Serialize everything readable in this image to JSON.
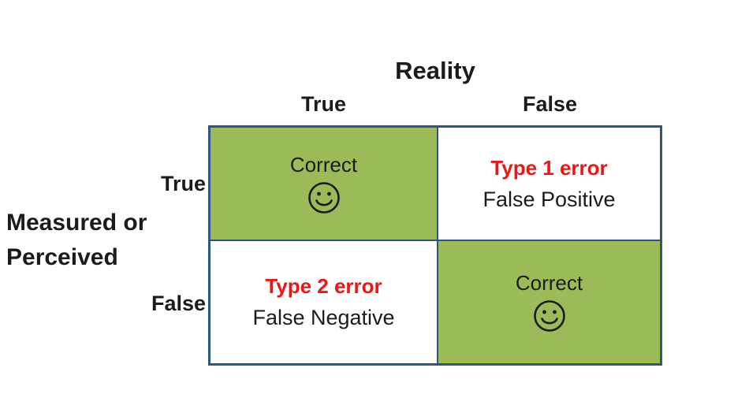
{
  "title": "Reality",
  "columns": {
    "true": "True",
    "false": "False"
  },
  "row_axis": {
    "line1": "Measured or",
    "line2": "Perceived"
  },
  "rows": {
    "true": "True",
    "false": "False"
  },
  "cells": {
    "top_left": {
      "label": "Correct",
      "icon": "smiley-icon"
    },
    "top_right": {
      "title": "Type 1 error",
      "subtitle": "False Positive"
    },
    "bottom_left": {
      "title": "Type 2 error",
      "subtitle": "False Negative"
    },
    "bottom_right": {
      "label": "Correct",
      "icon": "smiley-icon"
    }
  },
  "colors": {
    "cell_green": "#9bbb59",
    "grid_border": "#2e567e",
    "error_red": "#f01515",
    "text_dark": "#1b1b1b",
    "background": "#ffffff"
  }
}
